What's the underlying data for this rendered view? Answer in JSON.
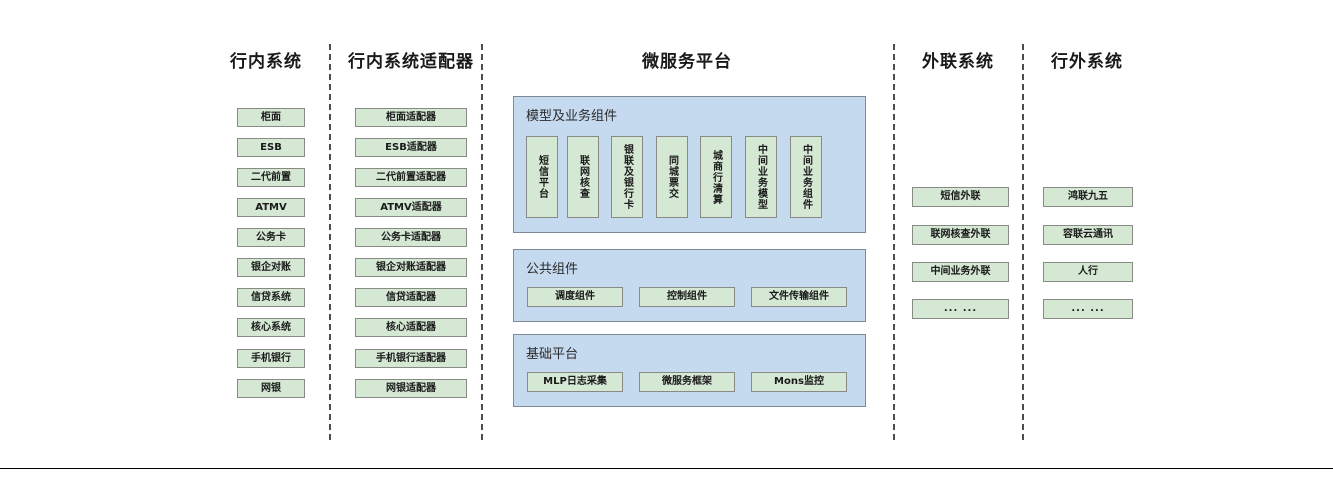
{
  "colors": {
    "node_fill": "#d5e8d4",
    "node_border": "#888a85",
    "panel_fill": "#c5d9ef",
    "panel_border": "#7f8a96",
    "divider": "#4d4d4d",
    "text": "#1a1a1a"
  },
  "columns": {
    "internal_systems": {
      "title": "行内系统",
      "items": [
        {
          "label": "柜面"
        },
        {
          "label": "ESB"
        },
        {
          "label": "二代前置"
        },
        {
          "label": "ATMV"
        },
        {
          "label": "公务卡"
        },
        {
          "label": "银企对账"
        },
        {
          "label": "信贷系统"
        },
        {
          "label": "核心系统"
        },
        {
          "label": "手机银行"
        },
        {
          "label": "网银"
        }
      ]
    },
    "internal_adapters": {
      "title": "行内系统适配器",
      "items": [
        {
          "label": "柜面适配器"
        },
        {
          "label": "ESB适配器"
        },
        {
          "label": "二代前置适配器"
        },
        {
          "label": "ATMV适配器"
        },
        {
          "label": "公务卡适配器"
        },
        {
          "label": "银企对账适配器"
        },
        {
          "label": "信贷适配器"
        },
        {
          "label": "核心适配器"
        },
        {
          "label": "手机银行适配器"
        },
        {
          "label": "网银适配器"
        }
      ]
    },
    "microservice_platform": {
      "title": "微服务平台",
      "panels": [
        {
          "title": "模型及业务组件",
          "orientation": "vertical",
          "items": [
            {
              "label": "短信平台"
            },
            {
              "label": "联网核查"
            },
            {
              "label": "银联及银行卡"
            },
            {
              "label": "同城票交"
            },
            {
              "label": "城商行清算"
            },
            {
              "label": "中间业务模型"
            },
            {
              "label": "中间业务组件"
            }
          ]
        },
        {
          "title": "公共组件",
          "orientation": "horizontal",
          "items": [
            {
              "label": "调度组件"
            },
            {
              "label": "控制组件"
            },
            {
              "label": "文件传输组件"
            }
          ]
        },
        {
          "title": "基础平台",
          "orientation": "horizontal",
          "items": [
            {
              "label": "MLP日志采集"
            },
            {
              "label": "微服务框架"
            },
            {
              "label": "Mons监控"
            }
          ]
        }
      ]
    },
    "external_link_systems": {
      "title": "外联系统",
      "items": [
        {
          "label": "短信外联"
        },
        {
          "label": "联网核查外联"
        },
        {
          "label": "中间业务外联"
        },
        {
          "label": "... ..."
        }
      ]
    },
    "outside_bank_systems": {
      "title": "行外系统",
      "items": [
        {
          "label": "鸿联九五"
        },
        {
          "label": "容联云通讯"
        },
        {
          "label": "人行"
        },
        {
          "label": "... ..."
        }
      ]
    }
  }
}
